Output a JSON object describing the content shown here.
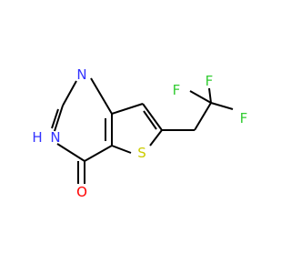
{
  "colors": {
    "background": "#ffffff",
    "bond": "#000000",
    "nitrogen": "#3333ff",
    "oxygen": "#ff0000",
    "sulfur": "#cccc00",
    "fluorine": "#33cc33"
  },
  "molecule": {
    "atom_labels": {
      "n1": "N",
      "n3": "N",
      "h3": "H",
      "o": "O",
      "s": "S",
      "f1": "F",
      "f2": "F",
      "f3": "F"
    }
  }
}
